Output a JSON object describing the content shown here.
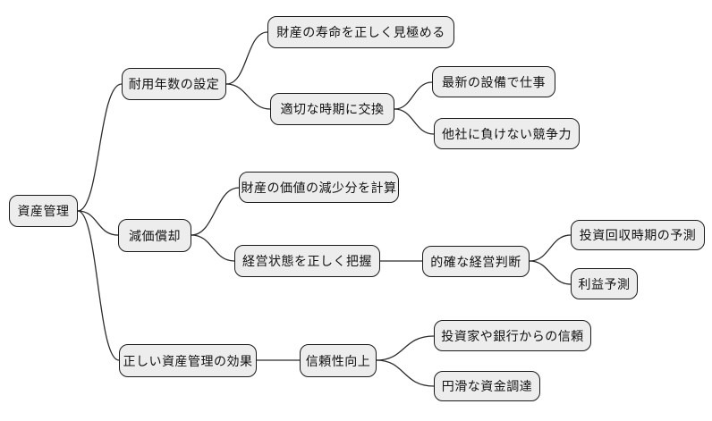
{
  "mindmap": {
    "type": "mindmap",
    "colors": {
      "background": "#ffffff",
      "node_fill": "#ededed",
      "node_border": "#1a1a1a",
      "connector": "#2b2b2b"
    },
    "root": {
      "label": "資産管理",
      "children": [
        {
          "label": "耐用年数の設定",
          "children": [
            {
              "label": "財産の寿命を正しく見極める",
              "children": []
            },
            {
              "label": "適切な時期に交換",
              "children": [
                {
                  "label": "最新の設備で仕事",
                  "children": []
                },
                {
                  "label": "他社に負けない競争力",
                  "children": []
                }
              ]
            }
          ]
        },
        {
          "label": "減価償却",
          "children": [
            {
              "label": "財産の価値の減少分を計算",
              "children": []
            },
            {
              "label": "経営状態を正しく把握",
              "children": [
                {
                  "label": "的確な経営判断",
                  "children": [
                    {
                      "label": "投資回収時期の予測",
                      "children": []
                    },
                    {
                      "label": "利益予測",
                      "children": []
                    }
                  ]
                }
              ]
            }
          ]
        },
        {
          "label": "正しい資産管理の効果",
          "children": [
            {
              "label": "信頼性向上",
              "children": [
                {
                  "label": "投資家や銀行からの信頼",
                  "children": []
                },
                {
                  "label": "円滑な資金調達",
                  "children": []
                }
              ]
            }
          ]
        }
      ]
    }
  }
}
